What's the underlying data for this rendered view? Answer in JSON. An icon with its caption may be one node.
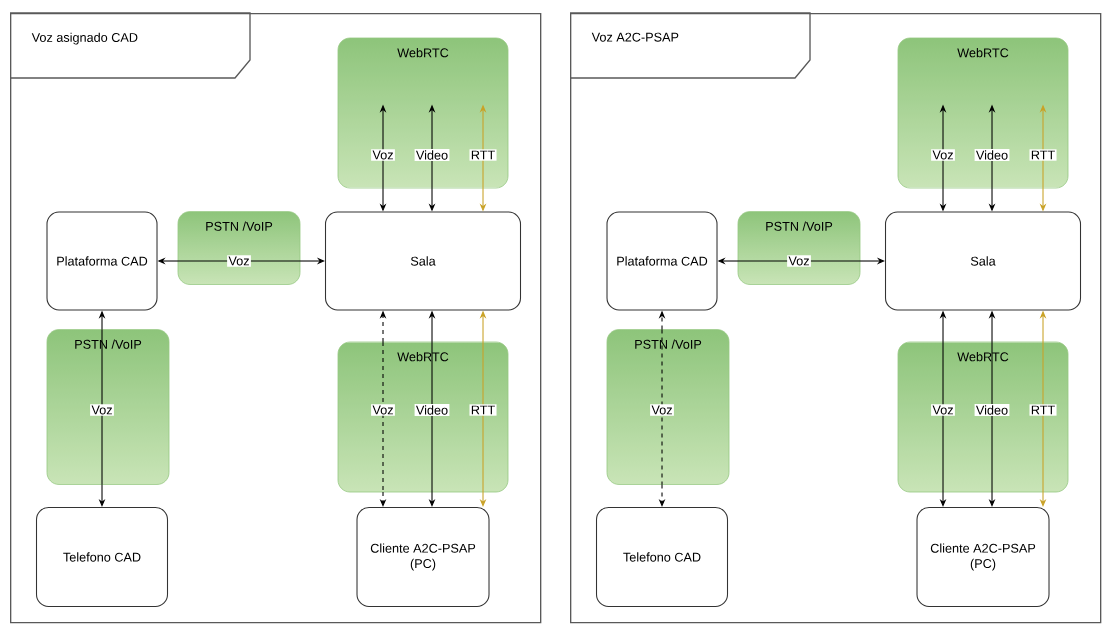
{
  "diagram": {
    "nodes": [
      {
        "text": [
          "Voz asignado CAD"
        ]
      },
      {
        "text": [
          "WebRTC"
        ],
        "in": 0
      },
      {
        "text": [
          "Plataforma CAD"
        ],
        "in": 0
      },
      {
        "text": [
          "PSTN /VoIP",
          "Voz"
        ],
        "in": 0
      },
      {
        "text": [
          "Sala"
        ],
        "in": 0
      },
      {
        "text": [
          "PSTN /VoIP",
          "Voz"
        ],
        "in": 0
      },
      {
        "text": [
          "WebRTC",
          "Voz",
          "Video",
          "RTT"
        ],
        "in": 0
      },
      {
        "text": [
          "Telefono CAD"
        ],
        "in": 0
      },
      {
        "text": [
          "Cliente A2C-PSAP (PC)"
        ],
        "in": 0
      },
      {
        "text": [
          "Voz A2C-PSAP"
        ]
      },
      {
        "text": [
          "WebRTC"
        ],
        "in": 9
      },
      {
        "text": [
          "Plataforma CAD"
        ],
        "in": 9
      },
      {
        "text": [
          "PSTN /VoIP",
          "Voz"
        ],
        "in": 9
      },
      {
        "text": [
          "Sala"
        ],
        "in": 9
      },
      {
        "text": [
          "PSTN /VoIP",
          "Voz"
        ],
        "in": 9
      },
      {
        "text": [
          "WebRTC",
          "Voz",
          "Video",
          "RTT"
        ],
        "in": 9
      },
      {
        "text": [
          "Telefono CAD"
        ],
        "in": 9
      },
      {
        "text": [
          "Cliente A2C-PSAP (PC)"
        ],
        "in": 9
      }
    ],
    "edges": [
      {
        "from": 1,
        "to": 4,
        "arrow": "both",
        "label": "Voz"
      },
      {
        "from": 1,
        "to": 4,
        "arrow": "both",
        "label": "Video"
      },
      {
        "from": 1,
        "to": 4,
        "arrow": "both",
        "label": "RTT",
        "color": "#c9a227"
      },
      {
        "from": 3,
        "to": 2,
        "arrow": "to"
      },
      {
        "from": 3,
        "to": 4,
        "arrow": "to"
      },
      {
        "from": 5,
        "to": 2,
        "arrow": "to"
      },
      {
        "from": 5,
        "to": 7,
        "arrow": "to"
      },
      {
        "from": 6,
        "to": 4,
        "arrow": "to",
        "style": "dashed"
      },
      {
        "from": 6,
        "to": 4,
        "arrow": "to"
      },
      {
        "from": 6,
        "to": 4,
        "arrow": "to",
        "color": "#c9a227"
      },
      {
        "from": 6,
        "to": 8,
        "arrow": "to",
        "style": "dashed"
      },
      {
        "from": 6,
        "to": 8,
        "arrow": "to"
      },
      {
        "from": 6,
        "to": 8,
        "arrow": "to",
        "color": "#c9a227"
      },
      {
        "from": 10,
        "to": 13,
        "arrow": "both",
        "label": "Voz"
      },
      {
        "from": 10,
        "to": 13,
        "arrow": "both",
        "label": "Video"
      },
      {
        "from": 10,
        "to": 13,
        "arrow": "both",
        "label": "RTT",
        "color": "#c9a227"
      },
      {
        "from": 12,
        "to": 11,
        "arrow": "to"
      },
      {
        "from": 12,
        "to": 13,
        "arrow": "to"
      },
      {
        "from": 14,
        "to": 11,
        "arrow": "to",
        "style": "dashed"
      },
      {
        "from": 14,
        "to": 16,
        "arrow": "to",
        "style": "dashed"
      },
      {
        "from": 15,
        "to": 13,
        "arrow": "to"
      },
      {
        "from": 15,
        "to": 13,
        "arrow": "to"
      },
      {
        "from": 15,
        "to": 13,
        "arrow": "to",
        "color": "#c9a227"
      },
      {
        "from": 15,
        "to": 17,
        "arrow": "to"
      },
      {
        "from": 15,
        "to": 17,
        "arrow": "to"
      },
      {
        "from": 15,
        "to": 17,
        "arrow": "to",
        "color": "#c9a227"
      }
    ]
  }
}
